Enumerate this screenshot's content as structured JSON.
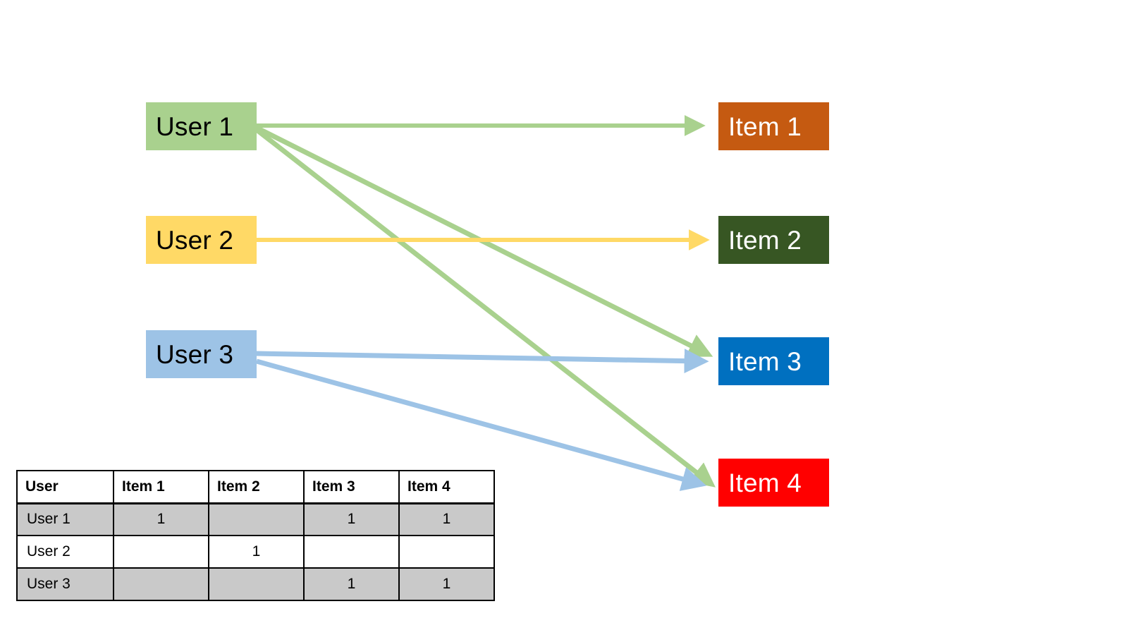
{
  "diagram": {
    "type": "bipartite-user-item-graph",
    "users": [
      {
        "id": "user1",
        "label": "User 1",
        "color": "#A9D18E",
        "text_color": "#000000"
      },
      {
        "id": "user2",
        "label": "User 2",
        "color": "#FFD966",
        "text_color": "#000000"
      },
      {
        "id": "user3",
        "label": "User 3",
        "color": "#9DC3E6",
        "text_color": "#000000"
      }
    ],
    "items": [
      {
        "id": "item1",
        "label": "Item 1",
        "color": "#C55A11",
        "text_color": "#FFFFFF"
      },
      {
        "id": "item2",
        "label": "Item 2",
        "color": "#375623",
        "text_color": "#FFFFFF"
      },
      {
        "id": "item3",
        "label": "Item 3",
        "color": "#0070C0",
        "text_color": "#FFFFFF"
      },
      {
        "id": "item4",
        "label": "Item 4",
        "color": "#FF0000",
        "text_color": "#FFFFFF"
      }
    ],
    "edges": [
      {
        "from": "user1",
        "to": "item1",
        "color": "#A9D18E"
      },
      {
        "from": "user1",
        "to": "item3",
        "color": "#A9D18E"
      },
      {
        "from": "user1",
        "to": "item4",
        "color": "#A9D18E"
      },
      {
        "from": "user2",
        "to": "item2",
        "color": "#FFD966"
      },
      {
        "from": "user3",
        "to": "item3",
        "color": "#9DC3E6"
      },
      {
        "from": "user3",
        "to": "item4",
        "color": "#9DC3E6"
      }
    ]
  },
  "matrix": {
    "headers": [
      "User",
      "Item 1",
      "Item 2",
      "Item 3",
      "Item 4"
    ],
    "rows": [
      {
        "user": "User 1",
        "values": [
          "1",
          "",
          "1",
          "1"
        ],
        "shaded": true
      },
      {
        "user": "User 2",
        "values": [
          "",
          "1",
          "",
          ""
        ],
        "shaded": false
      },
      {
        "user": "User 3",
        "values": [
          "",
          "",
          "1",
          "1"
        ],
        "shaded": true
      }
    ],
    "shaded_color": "#C9C9C9",
    "border_color": "#000000"
  },
  "chart_data": {
    "type": "table",
    "title": "",
    "categories": [
      "Item 1",
      "Item 2",
      "Item 3",
      "Item 4"
    ],
    "series": [
      {
        "name": "User 1",
        "values": [
          1,
          0,
          1,
          1
        ]
      },
      {
        "name": "User 2",
        "values": [
          0,
          1,
          0,
          0
        ]
      },
      {
        "name": "User 3",
        "values": [
          0,
          0,
          1,
          1
        ]
      }
    ]
  }
}
